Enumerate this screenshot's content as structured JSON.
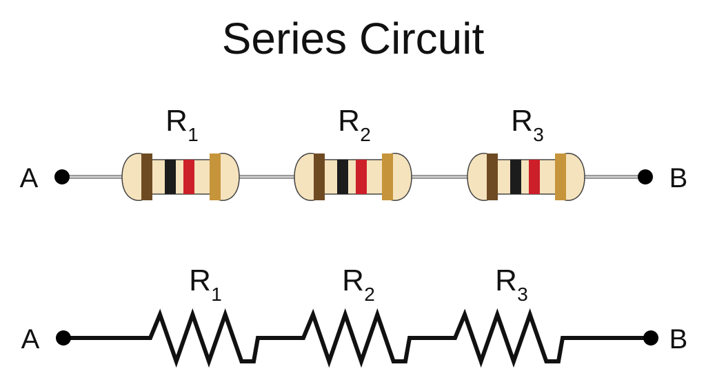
{
  "title": "Series Circuit",
  "terminals": {
    "start": "A",
    "end": "B"
  },
  "colors": {
    "body": "#f5e3bd",
    "body_outline": "#444444",
    "wire_top": "#9a9a9a",
    "wire_bottom": "#111111",
    "band_brown": "#6e4a22",
    "band_black": "#1c1c1c",
    "band_red": "#cc1f2a",
    "band_gold": "#c6943a"
  },
  "resistors": [
    {
      "label": "R",
      "subscript": "1",
      "bands": [
        "band_brown",
        "band_black",
        "band_red",
        "band_gold"
      ]
    },
    {
      "label": "R",
      "subscript": "2",
      "bands": [
        "band_brown",
        "band_black",
        "band_red",
        "band_gold"
      ]
    },
    {
      "label": "R",
      "subscript": "3",
      "bands": [
        "band_brown",
        "band_black",
        "band_red",
        "band_gold"
      ]
    }
  ],
  "schematic": {
    "resistors": [
      {
        "label": "R",
        "subscript": "1"
      },
      {
        "label": "R",
        "subscript": "2"
      },
      {
        "label": "R",
        "subscript": "3"
      }
    ]
  }
}
